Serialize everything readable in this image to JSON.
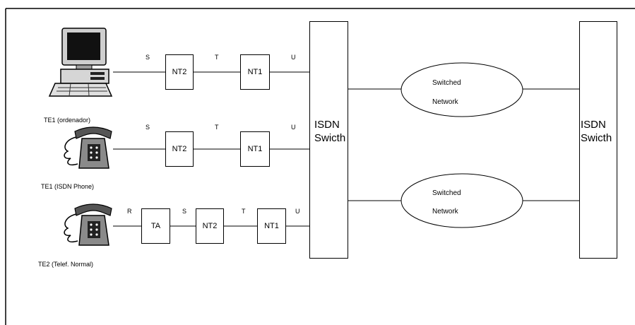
{
  "devices": {
    "te1_computer": "TE1 (ordenador)",
    "te1_phone": "TE1 (ISDN Phone)",
    "te2_phone": "TE2 (Telef. Normal)"
  },
  "boxes": {
    "row1_nt2": "NT2",
    "row1_nt1": "NT1",
    "row2_nt2": "NT2",
    "row2_nt1": "NT1",
    "row3_ta": "TA",
    "row3_nt2": "NT2",
    "row3_nt1": "NT1"
  },
  "refpoints": {
    "row1": [
      "S",
      "T",
      "U"
    ],
    "row2": [
      "S",
      "T",
      "U"
    ],
    "row3": [
      "R",
      "S",
      "T",
      "U"
    ]
  },
  "switch_left": {
    "line1": "ISDN",
    "line2": "Swicth"
  },
  "switch_right": {
    "line1": "ISDN",
    "line2": "Swicth"
  },
  "network_top": {
    "line1": "Switched",
    "line2": "Network"
  },
  "network_bottom": {
    "line1": "Switched",
    "line2": "Network"
  }
}
